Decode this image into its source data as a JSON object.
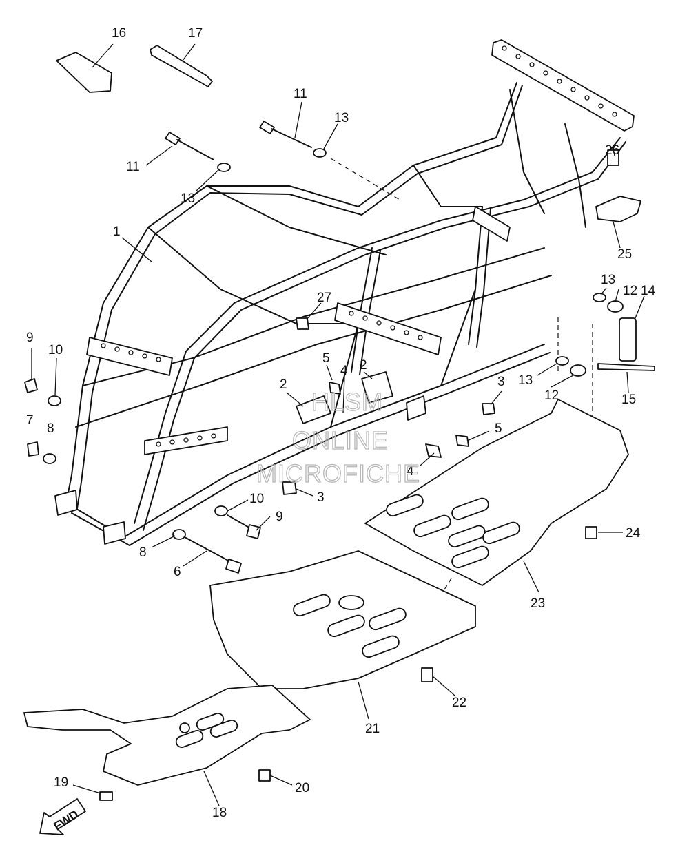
{
  "diagram": {
    "callouts": [
      "1",
      "2",
      "2",
      "3",
      "3",
      "4",
      "4",
      "5",
      "5",
      "6",
      "7",
      "8",
      "8",
      "9",
      "9",
      "10",
      "10",
      "11",
      "11",
      "12",
      "12",
      "13",
      "13",
      "13",
      "13",
      "14",
      "15",
      "16",
      "17",
      "18",
      "19",
      "20",
      "21",
      "22",
      "23",
      "24",
      "25",
      "26",
      "27"
    ],
    "watermark": [
      "HLSM",
      "ONLINE",
      "MICROFICHE"
    ],
    "direction_arrow": "FWD"
  },
  "colors": {
    "line": "#111111",
    "background": "#ffffff",
    "watermark": "#b7b7b7"
  }
}
